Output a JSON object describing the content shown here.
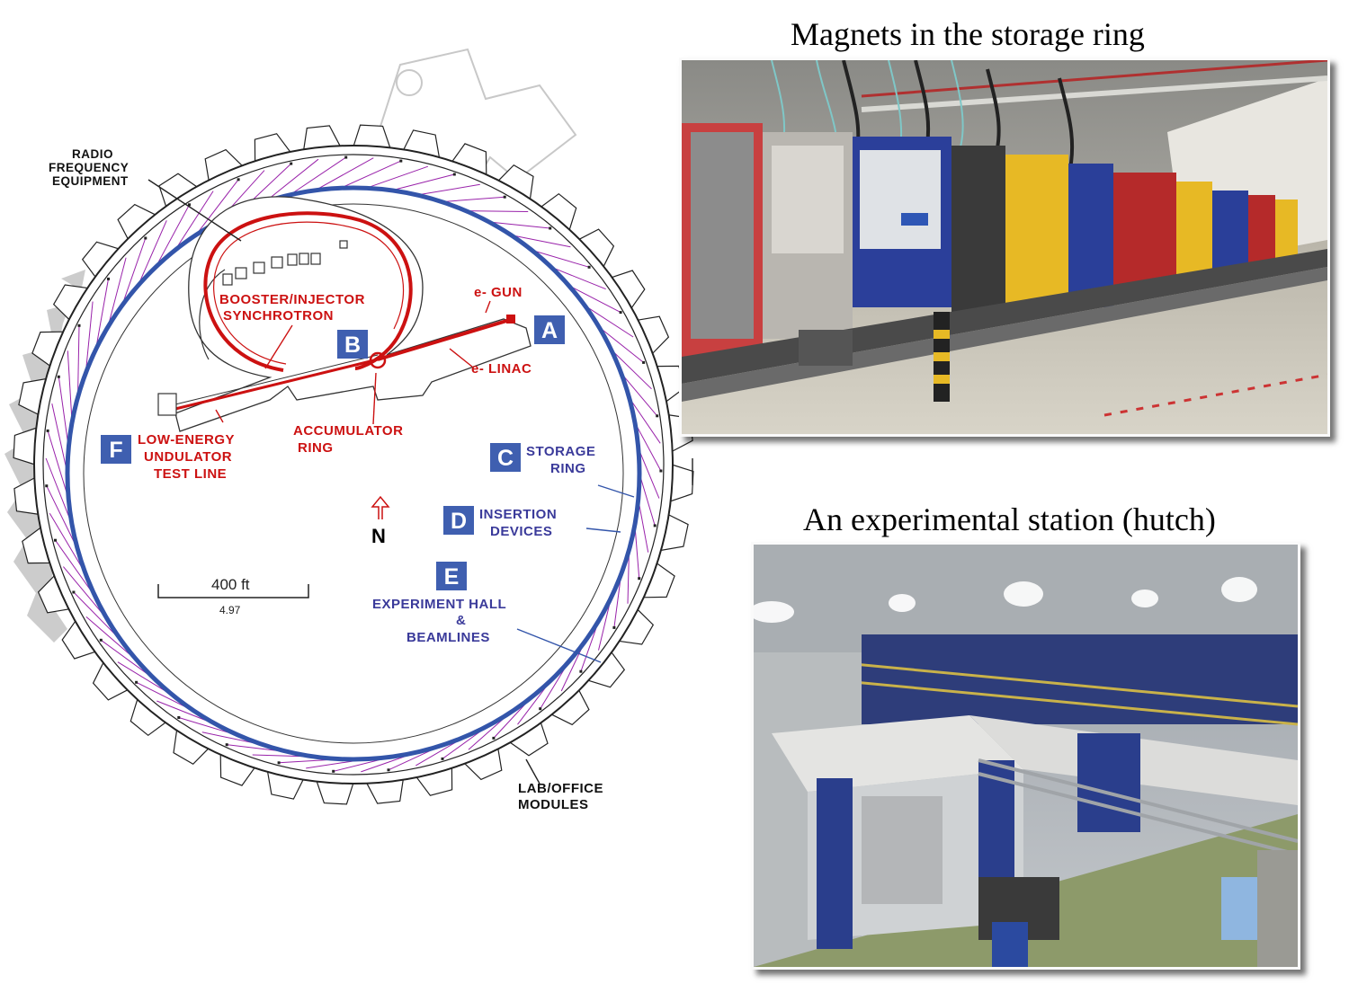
{
  "diagram": {
    "labels": {
      "rf_line1": "RADIO",
      "rf_line2": "FREQUENCY",
      "rf_line3": "EQUIPMENT",
      "booster_line1": "BOOSTER/INJECTOR",
      "booster_line2": "SYNCHROTRON",
      "egun": "e- GUN",
      "elinac": "e- LINAC",
      "accum_line1": "ACCUMULATOR",
      "accum_line2": "RING",
      "low_line1": "LOW-ENERGY",
      "low_line2": "UNDULATOR",
      "low_line3": "TEST LINE",
      "storage_line1": "STORAGE",
      "storage_line2": "RING",
      "insertion_line1": "INSERTION",
      "insertion_line2": "DEVICES",
      "exp_line1": "EXPERIMENT HALL",
      "exp_line2": "&",
      "exp_line3": "BEAMLINES",
      "lab_line1": "LAB/OFFICE",
      "lab_line2": "MODULES",
      "north": "N"
    },
    "boxes": {
      "A": "A",
      "B": "B",
      "C": "C",
      "D": "D",
      "E": "E",
      "F": "F"
    },
    "scale": {
      "label": "400 ft",
      "sub": "4.97"
    },
    "colors": {
      "red": "#cc1111",
      "blue": "#3355aa",
      "label_blue": "#3a3a9a",
      "purple": "#9922aa",
      "box": "#3f5fb0"
    }
  },
  "photos": {
    "top_title": "Magnets in the storage ring",
    "bottom_title": "An experimental station (hutch)"
  }
}
